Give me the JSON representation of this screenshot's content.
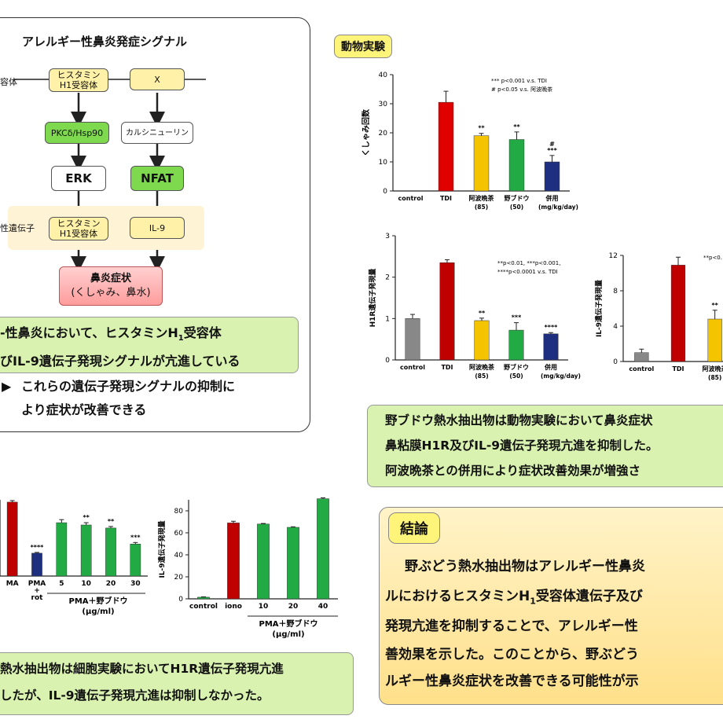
{
  "signal_panel": {
    "title": "アレルギー性鼻炎発症シグナル",
    "row_label_receptor": "容体",
    "row_label_gene": "性遺伝子",
    "nodes": {
      "h1_top_1": "ヒスタミン",
      "h1_top_2": "H1受容体",
      "x": "X",
      "pkc": "PKCδ/Hsp90",
      "calcineurin": "カルシニューリン",
      "erk": "ERK",
      "nfat": "NFAT",
      "h1_gene_1": "ヒスタミン",
      "h1_gene_2": "H1受容体",
      "il9": "IL-9",
      "symptom_1": "鼻炎症状",
      "symptom_2": "(くしゃみ、鼻水)"
    },
    "summary_line1": "-性鼻炎において、ヒスタミンH",
    "summary_line1_sub": "1",
    "summary_line1_end": "受容体",
    "summary_line2": "びIL-9遺伝子発現シグナルが亢進している",
    "arrow_glyph": "▶",
    "summary_line3": "これらの遺伝子発現シグナルの抑制に",
    "summary_line4": "より症状が改善できる"
  },
  "animal_tag": "動物実験",
  "sneeze_chart": {
    "chart_data": {
      "type": "bar",
      "categories": [
        "control",
        "TDI",
        "阿波晩茶",
        "野ブドウ",
        "併用"
      ],
      "category_sub": [
        "",
        "",
        "(85)",
        "(50)",
        ""
      ],
      "unit_note": "(mg/kg/day)",
      "values": [
        0,
        30.5,
        19,
        17.7,
        10
      ],
      "errors": [
        0,
        3.8,
        0.8,
        2.6,
        2.2
      ],
      "colors": [
        "#888888",
        "#e00000",
        "#f5c400",
        "#22aa44",
        "#1f2f80"
      ],
      "sig": [
        "",
        "",
        "**",
        "**",
        "#\n***"
      ],
      "ylabel": "くしゃみ回数",
      "ylim": [
        0,
        40
      ],
      "yticks": [
        0,
        10,
        20,
        30,
        40
      ],
      "legend_1": "***  p<0.001  v.s. TDI",
      "legend_2": "#  p<0.05  v.s. 阿波晩茶"
    }
  },
  "h1r_chart": {
    "chart_data": {
      "type": "bar",
      "categories": [
        "control",
        "TDI",
        "阿波晩茶",
        "野ブドウ",
        "併用"
      ],
      "category_sub": [
        "",
        "",
        "(85)",
        "(50)",
        ""
      ],
      "unit_note": "(mg/kg/day)",
      "values": [
        1.0,
        2.35,
        0.95,
        0.72,
        0.63
      ],
      "errors": [
        0.1,
        0.07,
        0.06,
        0.18,
        0.03
      ],
      "colors": [
        "#888888",
        "#c00000",
        "#f5c400",
        "#22aa44",
        "#1f2f80"
      ],
      "sig": [
        "",
        "",
        "**",
        "***",
        "****"
      ],
      "ylabel": "H1R遺伝子発現量",
      "ylim": [
        0,
        3
      ],
      "yticks": [
        0,
        1,
        2,
        3
      ],
      "legend_1": "**p<0.01, ***p<0.001,",
      "legend_2": "****p<0.0001 v.s. TDI"
    }
  },
  "il9_chart": {
    "chart_data": {
      "type": "bar",
      "categories": [
        "control",
        "TDI",
        "阿波晩茶"
      ],
      "category_sub": [
        "",
        "",
        "(85)"
      ],
      "values": [
        1.0,
        10.9,
        4.8
      ],
      "errors": [
        0.4,
        0.9,
        1.0
      ],
      "colors": [
        "#888888",
        "#c00000",
        "#f5c400"
      ],
      "sig": [
        "",
        "",
        "**"
      ],
      "ylabel": "IL-9遺伝子発現量",
      "ylim": [
        0,
        12
      ],
      "yticks": [
        0,
        4,
        8,
        12
      ],
      "legend_1": "**p<0.",
      "legend_2": ""
    }
  },
  "animal_summary": {
    "line1": "野ブドウ熱水抽出物は動物実験において鼻炎症状",
    "line2": "鼻粘膜H1R及びIL-9遺伝子発現亢進を抑制した。",
    "line3": "阿波晩茶との併用により症状改善効果が増強さ"
  },
  "cell_chart_left": {
    "chart_data": {
      "type": "bar",
      "categories": [
        "MA",
        "PMA\n+\nrot",
        "5",
        "10",
        "20",
        "30"
      ],
      "values": [
        97,
        30,
        70,
        67,
        63,
        42
      ],
      "errors": [
        2,
        1,
        4,
        3,
        2,
        2
      ],
      "colors": [
        "#c00000",
        "#1f2f80",
        "#22aa44",
        "#22aa44",
        "#22aa44",
        "#22aa44"
      ],
      "sig": [
        "",
        "****",
        "",
        "**",
        "**",
        "***"
      ],
      "group_label": "PMA＋野ブドウ",
      "group_unit": "(μg/ml)",
      "ylim": [
        0,
        100
      ]
    }
  },
  "cell_chart_right": {
    "chart_data": {
      "type": "bar",
      "categories": [
        "control",
        "iono",
        "10",
        "20",
        "40"
      ],
      "values": [
        1.5,
        69,
        68,
        65,
        91
      ],
      "errors": [
        0.3,
        1.5,
        0.5,
        0.5,
        0.8
      ],
      "colors": [
        "#22aa44",
        "#c00000",
        "#22aa44",
        "#22aa44",
        "#22aa44"
      ],
      "sig": [
        "",
        "",
        "",
        "",
        ""
      ],
      "ylabel": "IL-9遺伝子発現量",
      "ylim": [
        0,
        90
      ],
      "yticks": [
        0,
        20,
        40,
        60,
        80
      ],
      "group_label": "PMA＋野ブドウ",
      "group_unit": "(μg/ml)"
    }
  },
  "cell_summary": {
    "line1": "熱水抽出物は細胞実験においてH1R遺伝子発現亢進",
    "line2": "したが、IL-9遺伝子発現亢進は抑制しなかった。"
  },
  "conclusion": {
    "label": "結論",
    "line1": "野ぶどう熱水抽出物はアレルギー性鼻炎",
    "line2a": "ルにおけるヒスタミンH",
    "line2sub": "1",
    "line2b": "受容体遺伝子及び",
    "line3": "発現亢進を抑制することで、アレルギー性",
    "line4": "善効果を示した。このことから、野ぶどう",
    "line5": "ルギー性鼻炎症状を改善できる可能性が示"
  }
}
